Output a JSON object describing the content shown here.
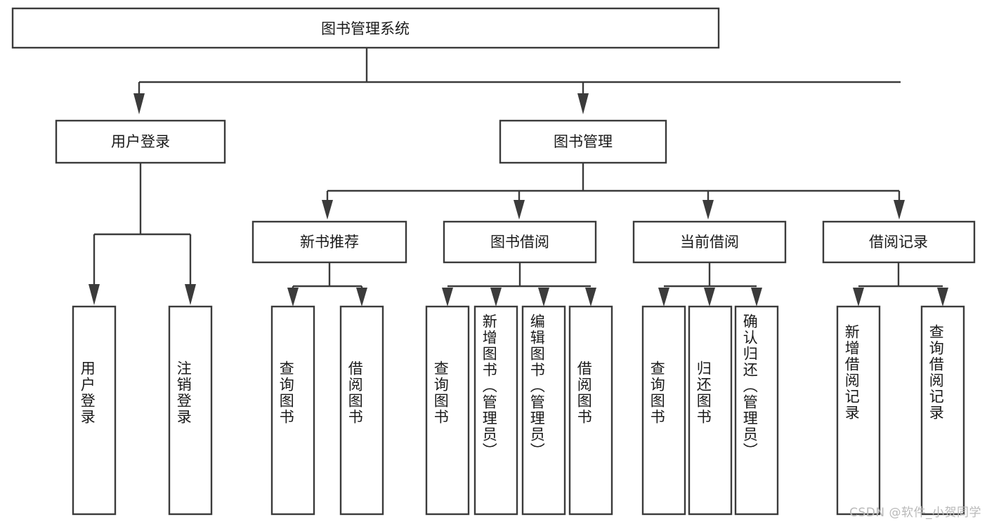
{
  "diagram": {
    "type": "tree",
    "title": "图书管理系统",
    "watermark": "CSDN @软件_小贺同学",
    "colors": {
      "stroke": "#3b3b3b",
      "fill": "#ffffff",
      "text": "#1a1a1a",
      "watermark": "#b9b9b9"
    },
    "root": {
      "label": "图书管理系统"
    },
    "level2": [
      {
        "label": "用户登录"
      },
      {
        "label": "图书管理"
      }
    ],
    "level3": [
      {
        "label": "新书推荐"
      },
      {
        "label": "图书借阅"
      },
      {
        "label": "当前借阅"
      },
      {
        "label": "借阅记录"
      }
    ],
    "leaves": {
      "user_login": [
        {
          "label": "用户登录"
        },
        {
          "label": "注销登录"
        }
      ],
      "new_book": [
        {
          "label": "查询图书"
        },
        {
          "label": "借阅图书"
        }
      ],
      "book_borrow": [
        {
          "label": "查询图书"
        },
        {
          "label": "新增图书（管理员）"
        },
        {
          "label": "编辑图书（管理员）"
        },
        {
          "label": "借阅图书"
        }
      ],
      "current_borrow": [
        {
          "label": "查询图书"
        },
        {
          "label": "归还图书"
        },
        {
          "label": "确认归还（管理员）"
        }
      ],
      "borrow_record": [
        {
          "label": "新增借阅记录"
        },
        {
          "label": "查询借阅记录"
        }
      ]
    }
  }
}
